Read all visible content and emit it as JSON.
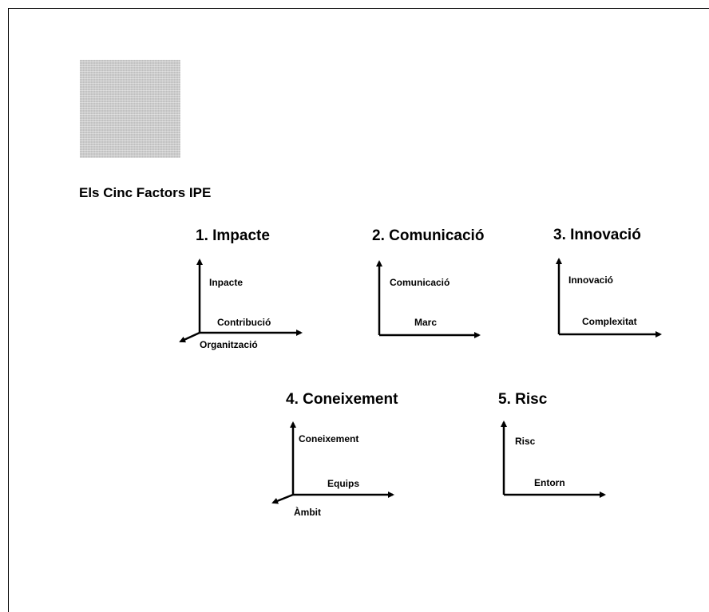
{
  "title": "Els Cinc Factors IPE",
  "factors": [
    {
      "heading": "1. Impacte",
      "vertical": "Inpacte",
      "horizontal": "Contribució",
      "diagonal": "Organització"
    },
    {
      "heading": "2. Comunicació",
      "vertical": "Comunicació",
      "horizontal": "Marc"
    },
    {
      "heading": "3. Innovació",
      "vertical": "Innovació",
      "horizontal": "Complexitat"
    },
    {
      "heading": "4. Coneixement",
      "vertical": "Coneixement",
      "horizontal": "Equips",
      "diagonal": "Àmbit"
    },
    {
      "heading": "5. Risc",
      "vertical": "Risc",
      "horizontal": "Entorn"
    }
  ]
}
